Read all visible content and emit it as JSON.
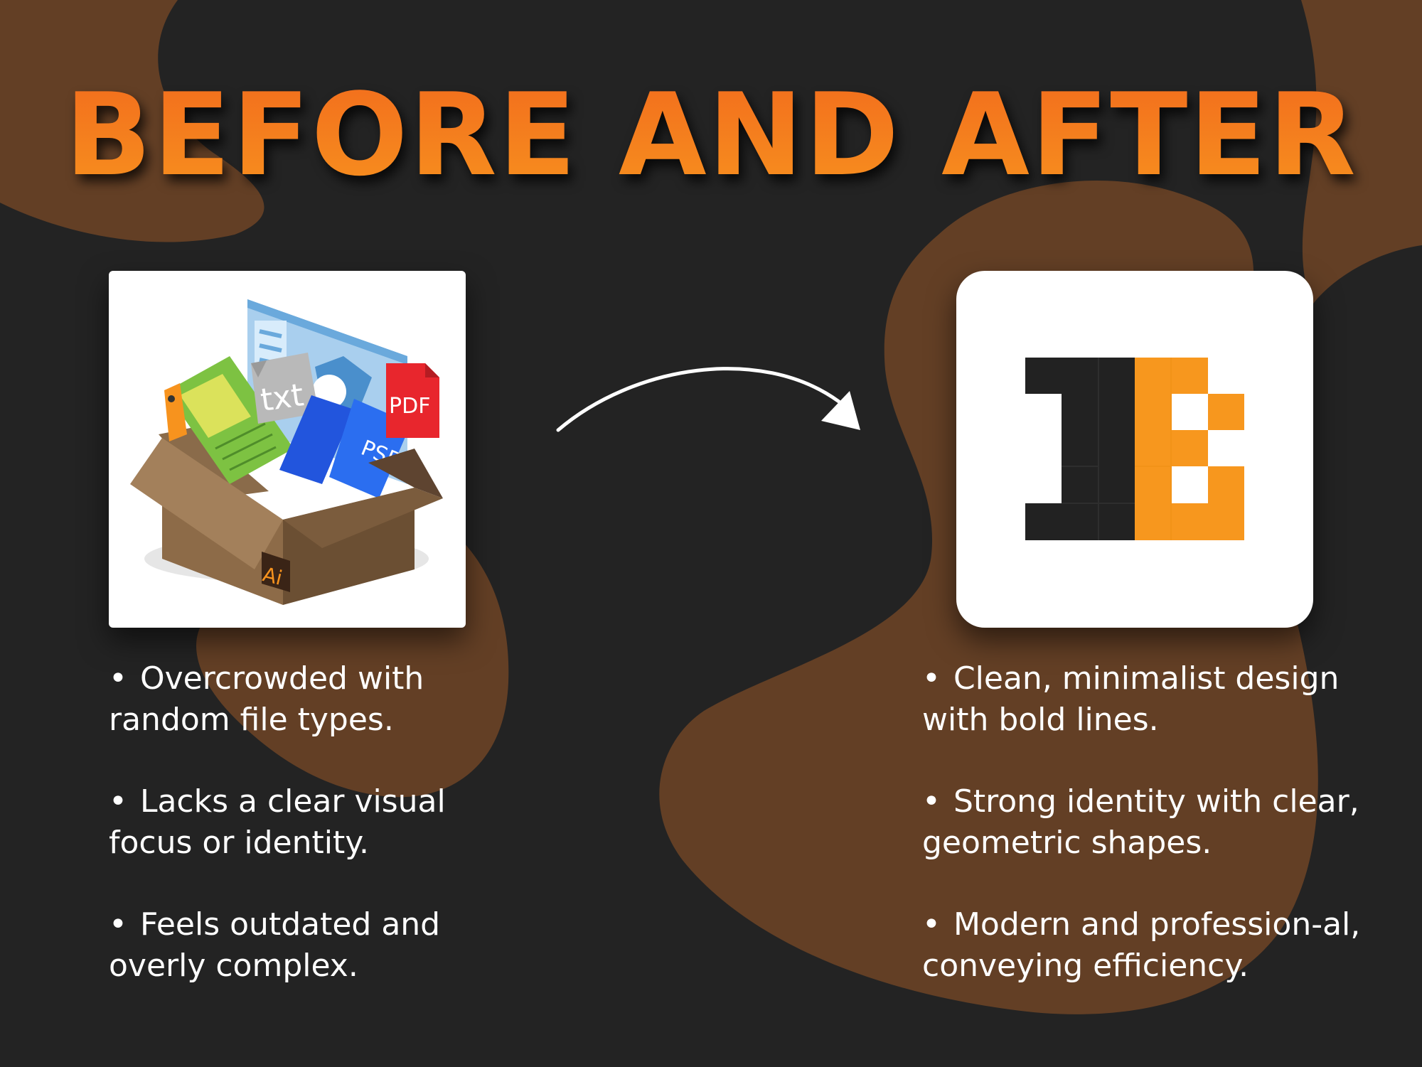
{
  "title": "BEFORE AND AFTER",
  "colors": {
    "background": "#232323",
    "blob": "#633f25",
    "accent": "#f7921e",
    "dark": "#222222",
    "white": "#ffffff"
  },
  "before": {
    "image": {
      "icon": "cardboard-box-of-files-icon",
      "file_labels": [
        "txt",
        "PDF",
        "PSD",
        "Ai"
      ]
    },
    "bullets": [
      "Overcrowded with random file types.",
      "Lacks a clear visual focus or identity.",
      "Feels outdated and overly complex."
    ]
  },
  "transition": {
    "icon": "curved-arrow-right-icon"
  },
  "after": {
    "image": {
      "icon": "geometric-ie-logo-icon"
    },
    "bullets": [
      "Clean, minimalist design with bold lines.",
      "Strong identity with clear, geometric shapes.",
      "Modern and profession-al, conveying efficiency."
    ]
  },
  "bullet_glyph": "•"
}
